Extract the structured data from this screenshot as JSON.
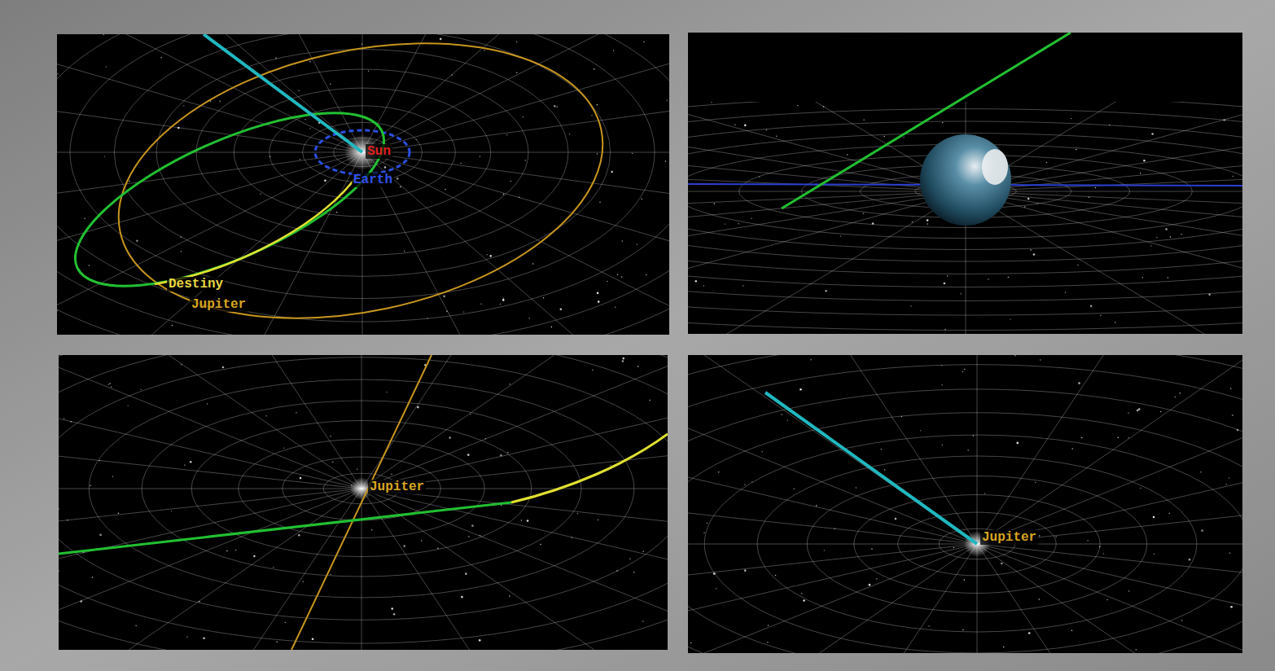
{
  "diagram": {
    "labels": [
      "Sun",
      "Earth",
      "Destiny",
      "Jupiter",
      "Jupiter",
      "Jupiter"
    ]
  }
}
